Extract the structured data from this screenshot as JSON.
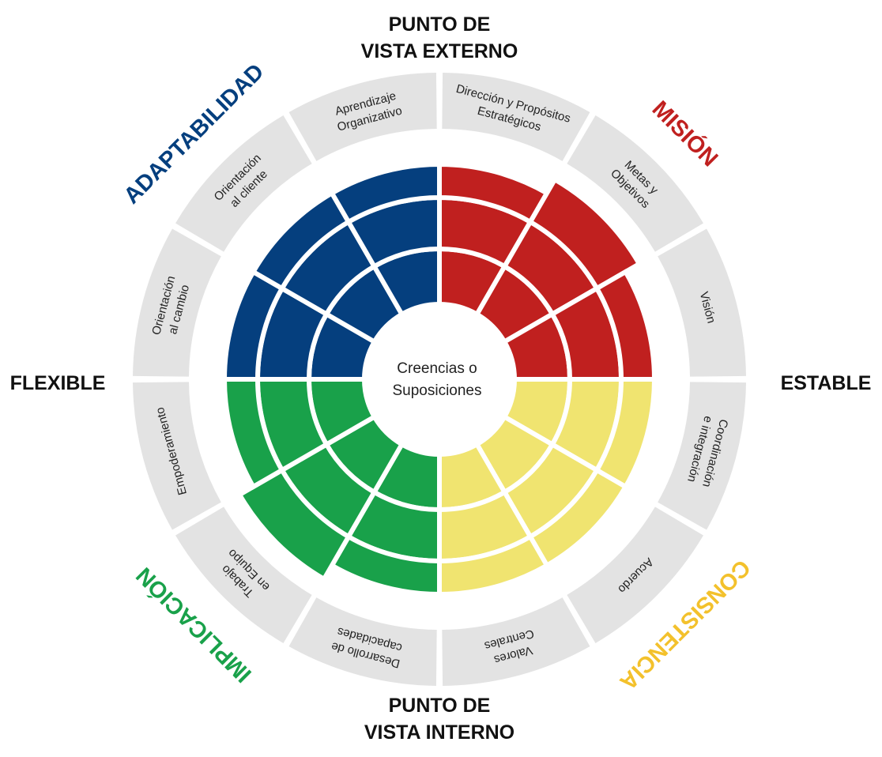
{
  "axis_labels": {
    "top_line1": "PUNTO DE",
    "top_line2": "VISTA EXTERNO",
    "bottom_line1": "PUNTO DE",
    "bottom_line2": "VISTA INTERNO",
    "left": "FLEXIBLE",
    "right": "ESTABLE"
  },
  "center": {
    "line1": "Creencias o",
    "line2": "Suposiciones"
  },
  "traits": [
    {
      "id": "mision",
      "label": "MISIÓN",
      "color": "#c0201f",
      "items": [
        "Dirección y Propósitos Estratégicos",
        "Metas y Objetivos",
        "Visión"
      ]
    },
    {
      "id": "consistencia",
      "label": "CONSISTENCIA",
      "color": "#f0e470",
      "label_color": "#f3c12c",
      "items": [
        "Coordinación e integración",
        "Acuerdo",
        "Valores Centrales"
      ]
    },
    {
      "id": "implicacion",
      "label": "IMPLICACIÓN",
      "color": "#19a14a",
      "items": [
        "Desarrollo de capacidades",
        "Trabajo en Equipo",
        "Empoderamiento"
      ]
    },
    {
      "id": "adaptabilidad",
      "label": "ADAPTABILIDAD",
      "color": "#053f7e",
      "items": [
        "Orientación al cambio",
        "Orientación al cliente",
        "Aprendizaje Organizativo"
      ]
    }
  ],
  "colors": {
    "ring_gray": "#e3e3e3",
    "divider": "#ffffff",
    "text": "#222222"
  }
}
